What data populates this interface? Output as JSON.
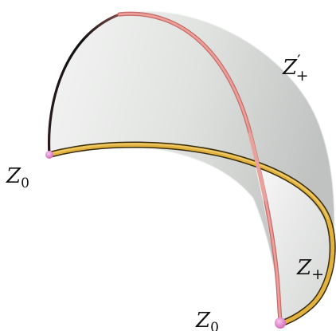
{
  "figure": {
    "labels": {
      "z0_left": {
        "main": "Z",
        "sub": "0"
      },
      "z0_bottom": {
        "main": "Z",
        "sub": "0"
      },
      "z_plus": {
        "main": "Z",
        "sub": "+"
      },
      "z_plus_prime": {
        "main": "Z",
        "prime": "′",
        "sub": "+"
      }
    },
    "colors": {
      "surface_light": "#f4f5f4",
      "surface_mid": "#dfe1df",
      "surface_dark": "#bfc2c0",
      "meridian_arc": "#e08a86",
      "meridian_arc_dark": "#111111",
      "equator_tube": "#e2b23c",
      "equator_tube_dark": "#2b2210",
      "point": "#e58ad0"
    }
  }
}
